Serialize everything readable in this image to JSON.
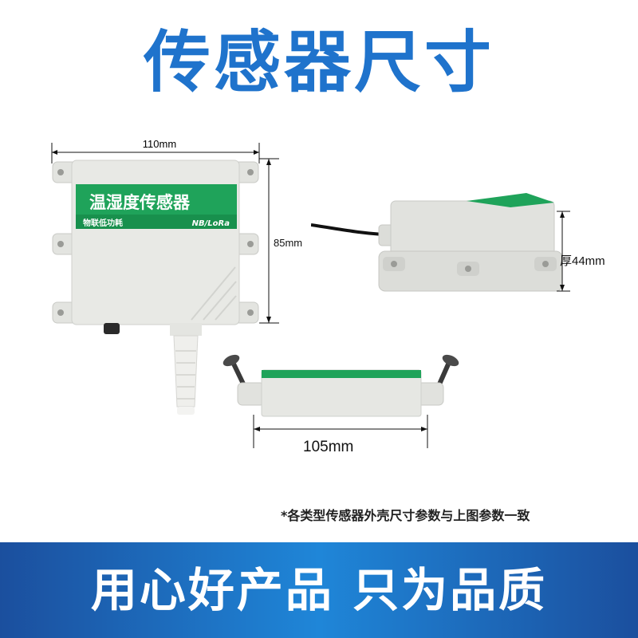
{
  "header": {
    "title": "传感器尺寸"
  },
  "colors": {
    "title": "#1f73cc",
    "label_green": "#1fa35a",
    "footer_blue": "#1b66bf",
    "device_body": "#e6e7e3"
  },
  "front_view": {
    "width_label": "110mm",
    "height_label": "85mm",
    "label_title": "温湿度传感器",
    "label_left": "物联低功耗",
    "label_right": "NB/LoRa"
  },
  "side_view": {
    "thickness_label": "厚44mm"
  },
  "bottom_view": {
    "width_label": "105mm"
  },
  "note": {
    "text": "*各类型传感器外壳尺寸参数与上图参数一致"
  },
  "footer": {
    "slogan": "用心好产品 只为品质"
  }
}
